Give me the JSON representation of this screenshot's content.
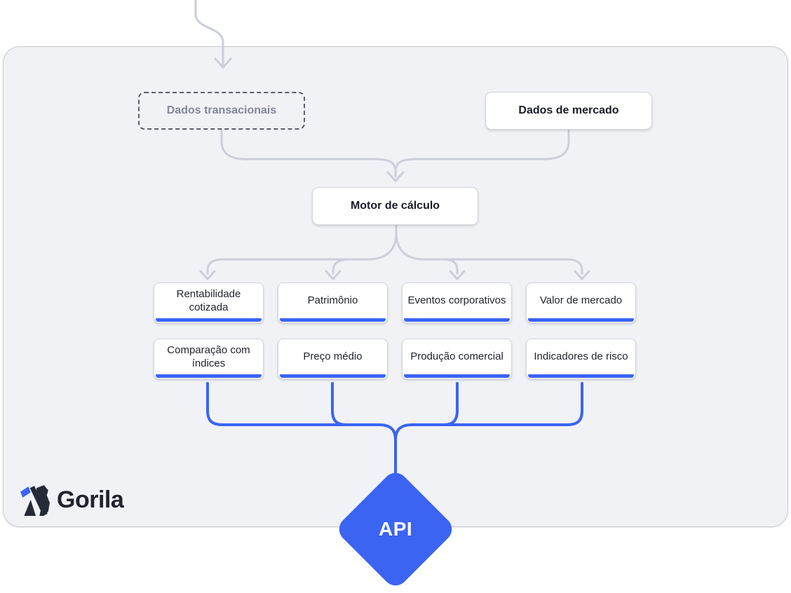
{
  "diagram": {
    "sources": [
      {
        "label": "Dados transacionais",
        "style": "dashed"
      },
      {
        "label": "Dados de mercado",
        "style": "solid"
      }
    ],
    "engine_label": "Motor de cálculo",
    "outputs": [
      "Rentabilidade cotizada",
      "Patrimônio",
      "Eventos corporativos",
      "Valor de mercado",
      "Comparação com índices",
      "Preço médio",
      "Produção comercial",
      "Indicadores de risco"
    ],
    "api_label": "API"
  },
  "brand": {
    "name": "Gorila"
  },
  "colors": {
    "accent": "#3B64F3",
    "connector_gray": "#CBCFD9",
    "card_background": "#F1F2F5",
    "card_border": "#C7CAD3",
    "node_border": "#D2D5DD",
    "dark_text": "#191C26",
    "muted_text": "#82879B"
  }
}
